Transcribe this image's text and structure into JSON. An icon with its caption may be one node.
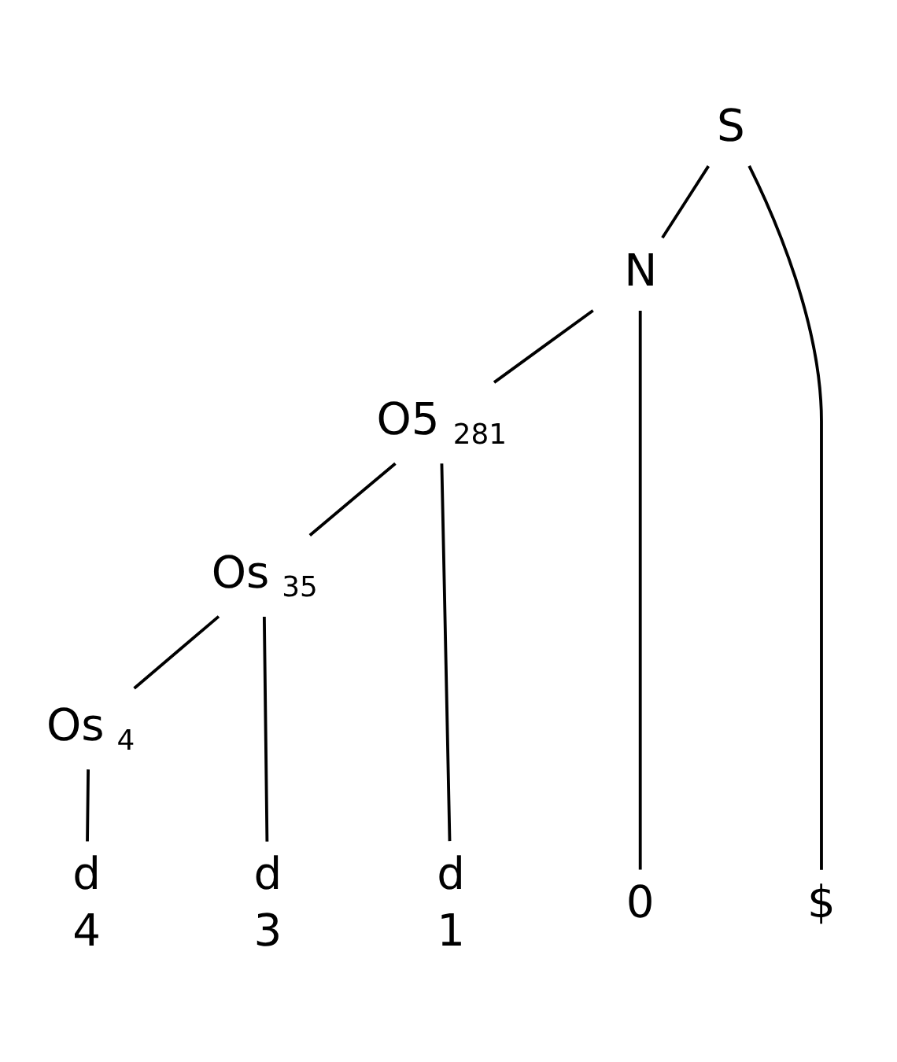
{
  "diagram": {
    "nodes": [
      {
        "text": [
          "S"
        ]
      },
      {
        "text": [
          "N"
        ]
      },
      {
        "text": [
          "O5"
        ],
        "beside": [
          "281"
        ]
      },
      {
        "text": [
          "Os"
        ],
        "beside": [
          "35"
        ]
      },
      {
        "text": [
          "Os"
        ],
        "beside": [
          "4"
        ]
      },
      {
        "text": [
          "0"
        ]
      },
      {
        "text": [
          "d",
          "4"
        ]
      },
      {
        "text": [
          "d",
          "3"
        ]
      },
      {
        "text": [
          "d",
          "1"
        ]
      },
      {
        "text": [
          "$"
        ]
      }
    ],
    "edges": [
      {
        "from": 0,
        "to": 1,
        "arrow": "none"
      },
      {
        "from": 0,
        "to": 9,
        "arrow": "none"
      },
      {
        "from": 1,
        "to": 5,
        "arrow": "none"
      },
      {
        "from": 1,
        "to": 2,
        "arrow": "none"
      },
      {
        "from": 2,
        "to": 3,
        "arrow": "none"
      },
      {
        "from": 2,
        "to": 8,
        "arrow": "none"
      },
      {
        "from": 3,
        "to": 4,
        "arrow": "none"
      },
      {
        "from": 3,
        "to": 7,
        "arrow": "none"
      },
      {
        "from": 4,
        "to": 6,
        "arrow": "none"
      }
    ]
  }
}
